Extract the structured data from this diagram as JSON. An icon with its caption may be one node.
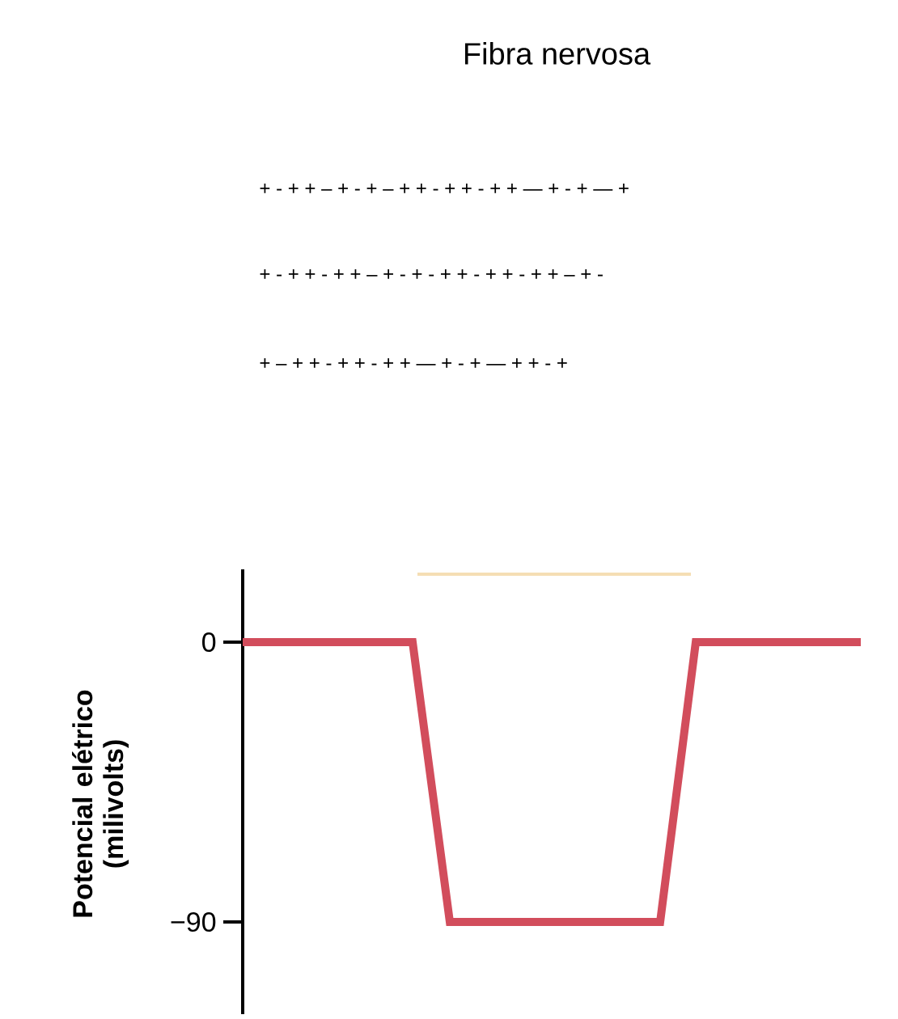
{
  "diagram": {
    "title": "Fibra nervosa",
    "labels": [
      "+ - + + – + - + – + + - + + - + + — + - + — +",
      "+ - + + - + + – + - + - + + - + + - + + – + -",
      "+ – + + - + + - + + — + - + — + + - +",
      "0",
      "−90",
      "Potencial elétrico (milivolts)"
    ]
  }
}
